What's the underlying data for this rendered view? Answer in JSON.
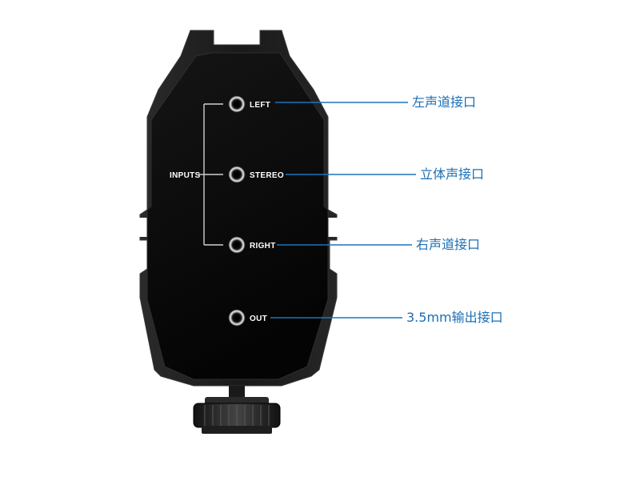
{
  "device": {
    "group_label": "INPUTS",
    "ports": {
      "left": "LEFT",
      "stereo": "STEREO",
      "right": "RIGHT",
      "out": "OUT"
    }
  },
  "callouts": {
    "left": "左声道接口",
    "stereo": "立体声接口",
    "right": "右声道接口",
    "out": "3.5mm输出接口"
  },
  "colors": {
    "callout_line": "#1b74bd",
    "callout_text": "#1b6fb5",
    "panel": "#0a0a0a",
    "bracket": "#1c1c1c"
  }
}
